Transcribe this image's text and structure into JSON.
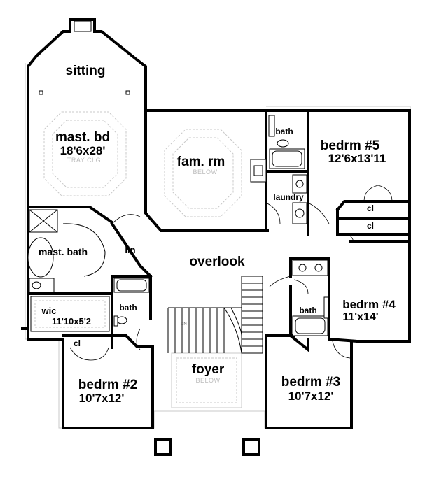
{
  "rooms": {
    "sitting": "sitting",
    "master_bed": "mast. bd",
    "master_bed_size": "18'6x28'",
    "trey_ceiling": "TRAY CLG",
    "family_room": "fam. rm",
    "family_below": "BELOW",
    "bath_top": "bath",
    "bedroom5": "bedrm #5",
    "bedroom5_size": "12'6x13'11",
    "laundry": "laundry",
    "closet_a": "cl",
    "closet_b": "cl",
    "master_bath": "mast. bath",
    "linen": "lin",
    "overlook": "overlook",
    "bath_left": "bath",
    "wic": "wic",
    "wic_size": "11'10x5'2",
    "closet_c": "cl",
    "bath_right": "bath",
    "bedroom4": "bedrm #4",
    "bedroom4_size": "11'x14'",
    "stair_dn": "DN",
    "foyer": "foyer",
    "foyer_below": "BELOW",
    "bedroom2": "bedrm #2",
    "bedroom2_size": "10'7x12'",
    "bedroom3": "bedrm #3",
    "bedroom3_size": "10'7x12'"
  }
}
